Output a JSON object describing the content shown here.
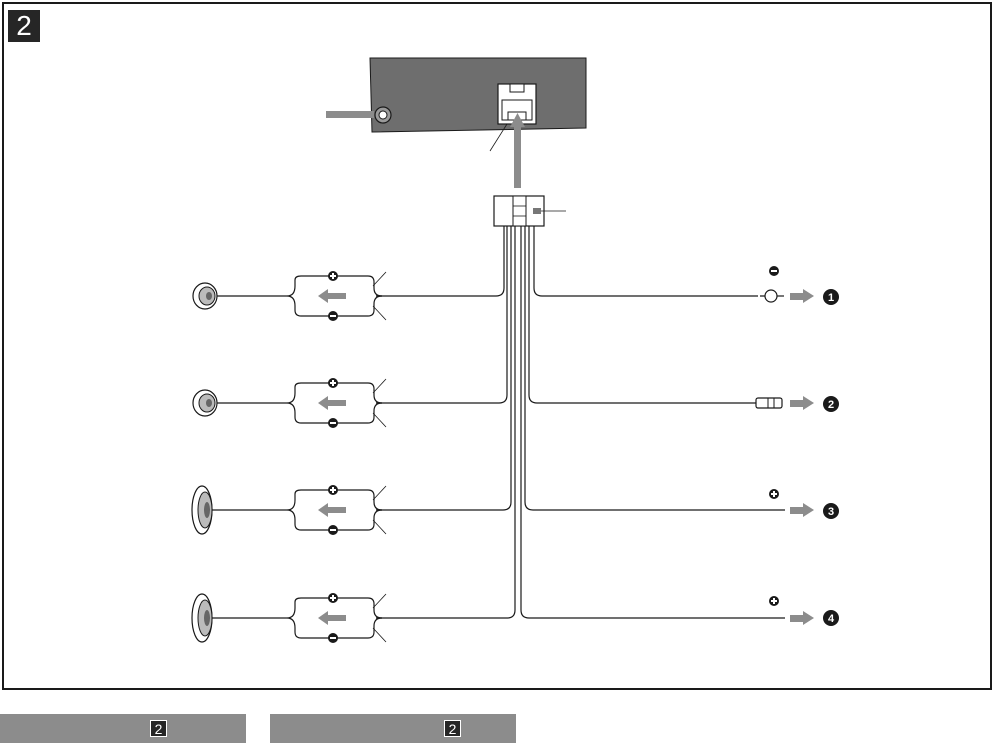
{
  "figure": {
    "badge": "2"
  },
  "outputs": [
    {
      "number": "1",
      "polarity": "minus"
    },
    {
      "number": "2",
      "polarity": ""
    },
    {
      "number": "3",
      "polarity": "plus"
    },
    {
      "number": "4",
      "polarity": "plus"
    }
  ],
  "speakers": [
    {
      "type": "round"
    },
    {
      "type": "round"
    },
    {
      "type": "oval"
    },
    {
      "type": "oval"
    }
  ],
  "footer": {
    "tabs": [
      {
        "badge": "2"
      },
      {
        "badge": "2"
      }
    ]
  },
  "colors": {
    "ink": "#1a1a1a",
    "arrow": "#8c8c8c",
    "unit_body": "#666666",
    "tab": "#8c8c8c"
  }
}
